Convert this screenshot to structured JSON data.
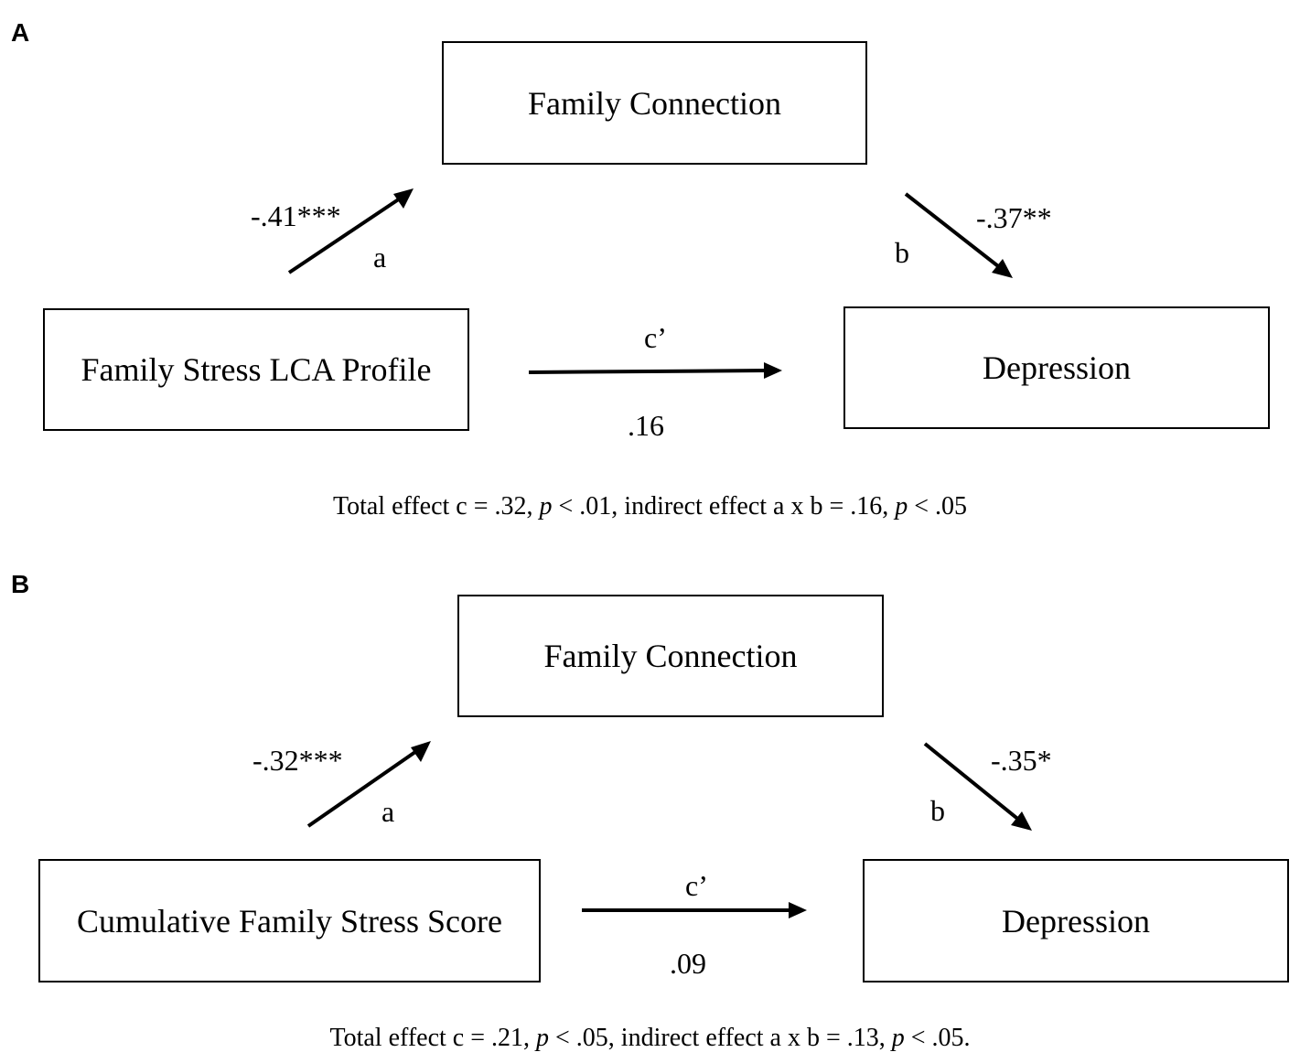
{
  "panel_a": {
    "label": "A",
    "mediator": "Family Connection",
    "predictor": "Family Stress LCA Profile",
    "outcome": "Depression",
    "path_a_coef": "-.41***",
    "path_a_label": "a",
    "path_b_coef": "-.37**",
    "path_b_label": "b",
    "path_c_label": "c’",
    "path_c_coef": ".16",
    "caption": {
      "p1": "Total effect c = .32, ",
      "p_sym1": "p",
      "p2": " < .01, indirect effect a x b = .16, ",
      "p_sym2": "p",
      "p3": " < .05"
    }
  },
  "panel_b": {
    "label": "B",
    "mediator": "Family Connection",
    "predictor": "Cumulative Family Stress Score",
    "outcome": "Depression",
    "path_a_coef": "-.32***",
    "path_a_label": "a",
    "path_b_coef": "-.35*",
    "path_b_label": "b",
    "path_c_label": "c’",
    "path_c_coef": ".09",
    "caption": {
      "p1": "Total effect c = .21, ",
      "p_sym1": "p",
      "p2": " < .05, indirect effect a x b = .13, ",
      "p_sym2": "p",
      "p3": " < .05."
    }
  },
  "colors": {
    "line": "#000000",
    "background": "#ffffff"
  }
}
